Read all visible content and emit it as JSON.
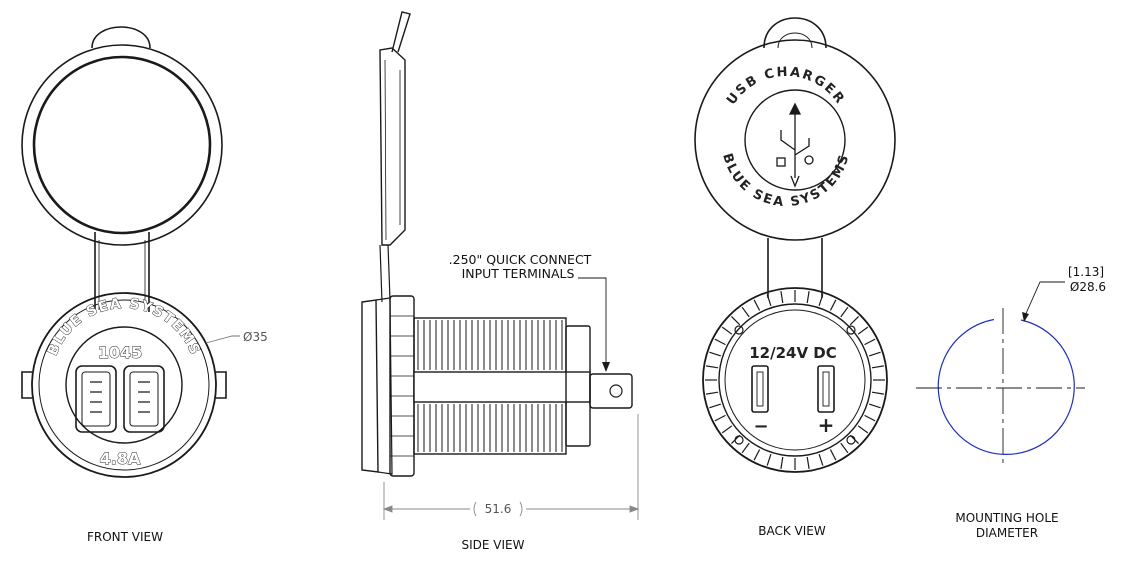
{
  "views": {
    "front": {
      "label": "FRONT VIEW",
      "brand_ring_text": "BLUE SEA SYSTEMS",
      "model_number": "1045",
      "current_rating": "4.8A",
      "diameter_callout": "Ø35"
    },
    "side": {
      "label": "SIDE VIEW",
      "terminal_note_line1": ".250\" QUICK CONNECT",
      "terminal_note_line2": "INPUT TERMINALS",
      "length_dimension": "51.6"
    },
    "back": {
      "label": "BACK VIEW",
      "cap_text_top": "USB CHARGER",
      "cap_text_bottom": "BLUE SEA SYSTEMS",
      "voltage_text": "12/24V DC",
      "negative_symbol": "−",
      "positive_symbol": "+",
      "usb_icon": "usb-icon"
    },
    "mounting_hole": {
      "label_line1": "MOUNTING HOLE",
      "label_line2": "DIAMETER",
      "diameter_in": "[1.13]",
      "diameter_mm": "Ø28.6",
      "outline_color": "#1f2fb8"
    }
  },
  "colors": {
    "line": "#1a1a1a",
    "dimension": "#666666"
  }
}
